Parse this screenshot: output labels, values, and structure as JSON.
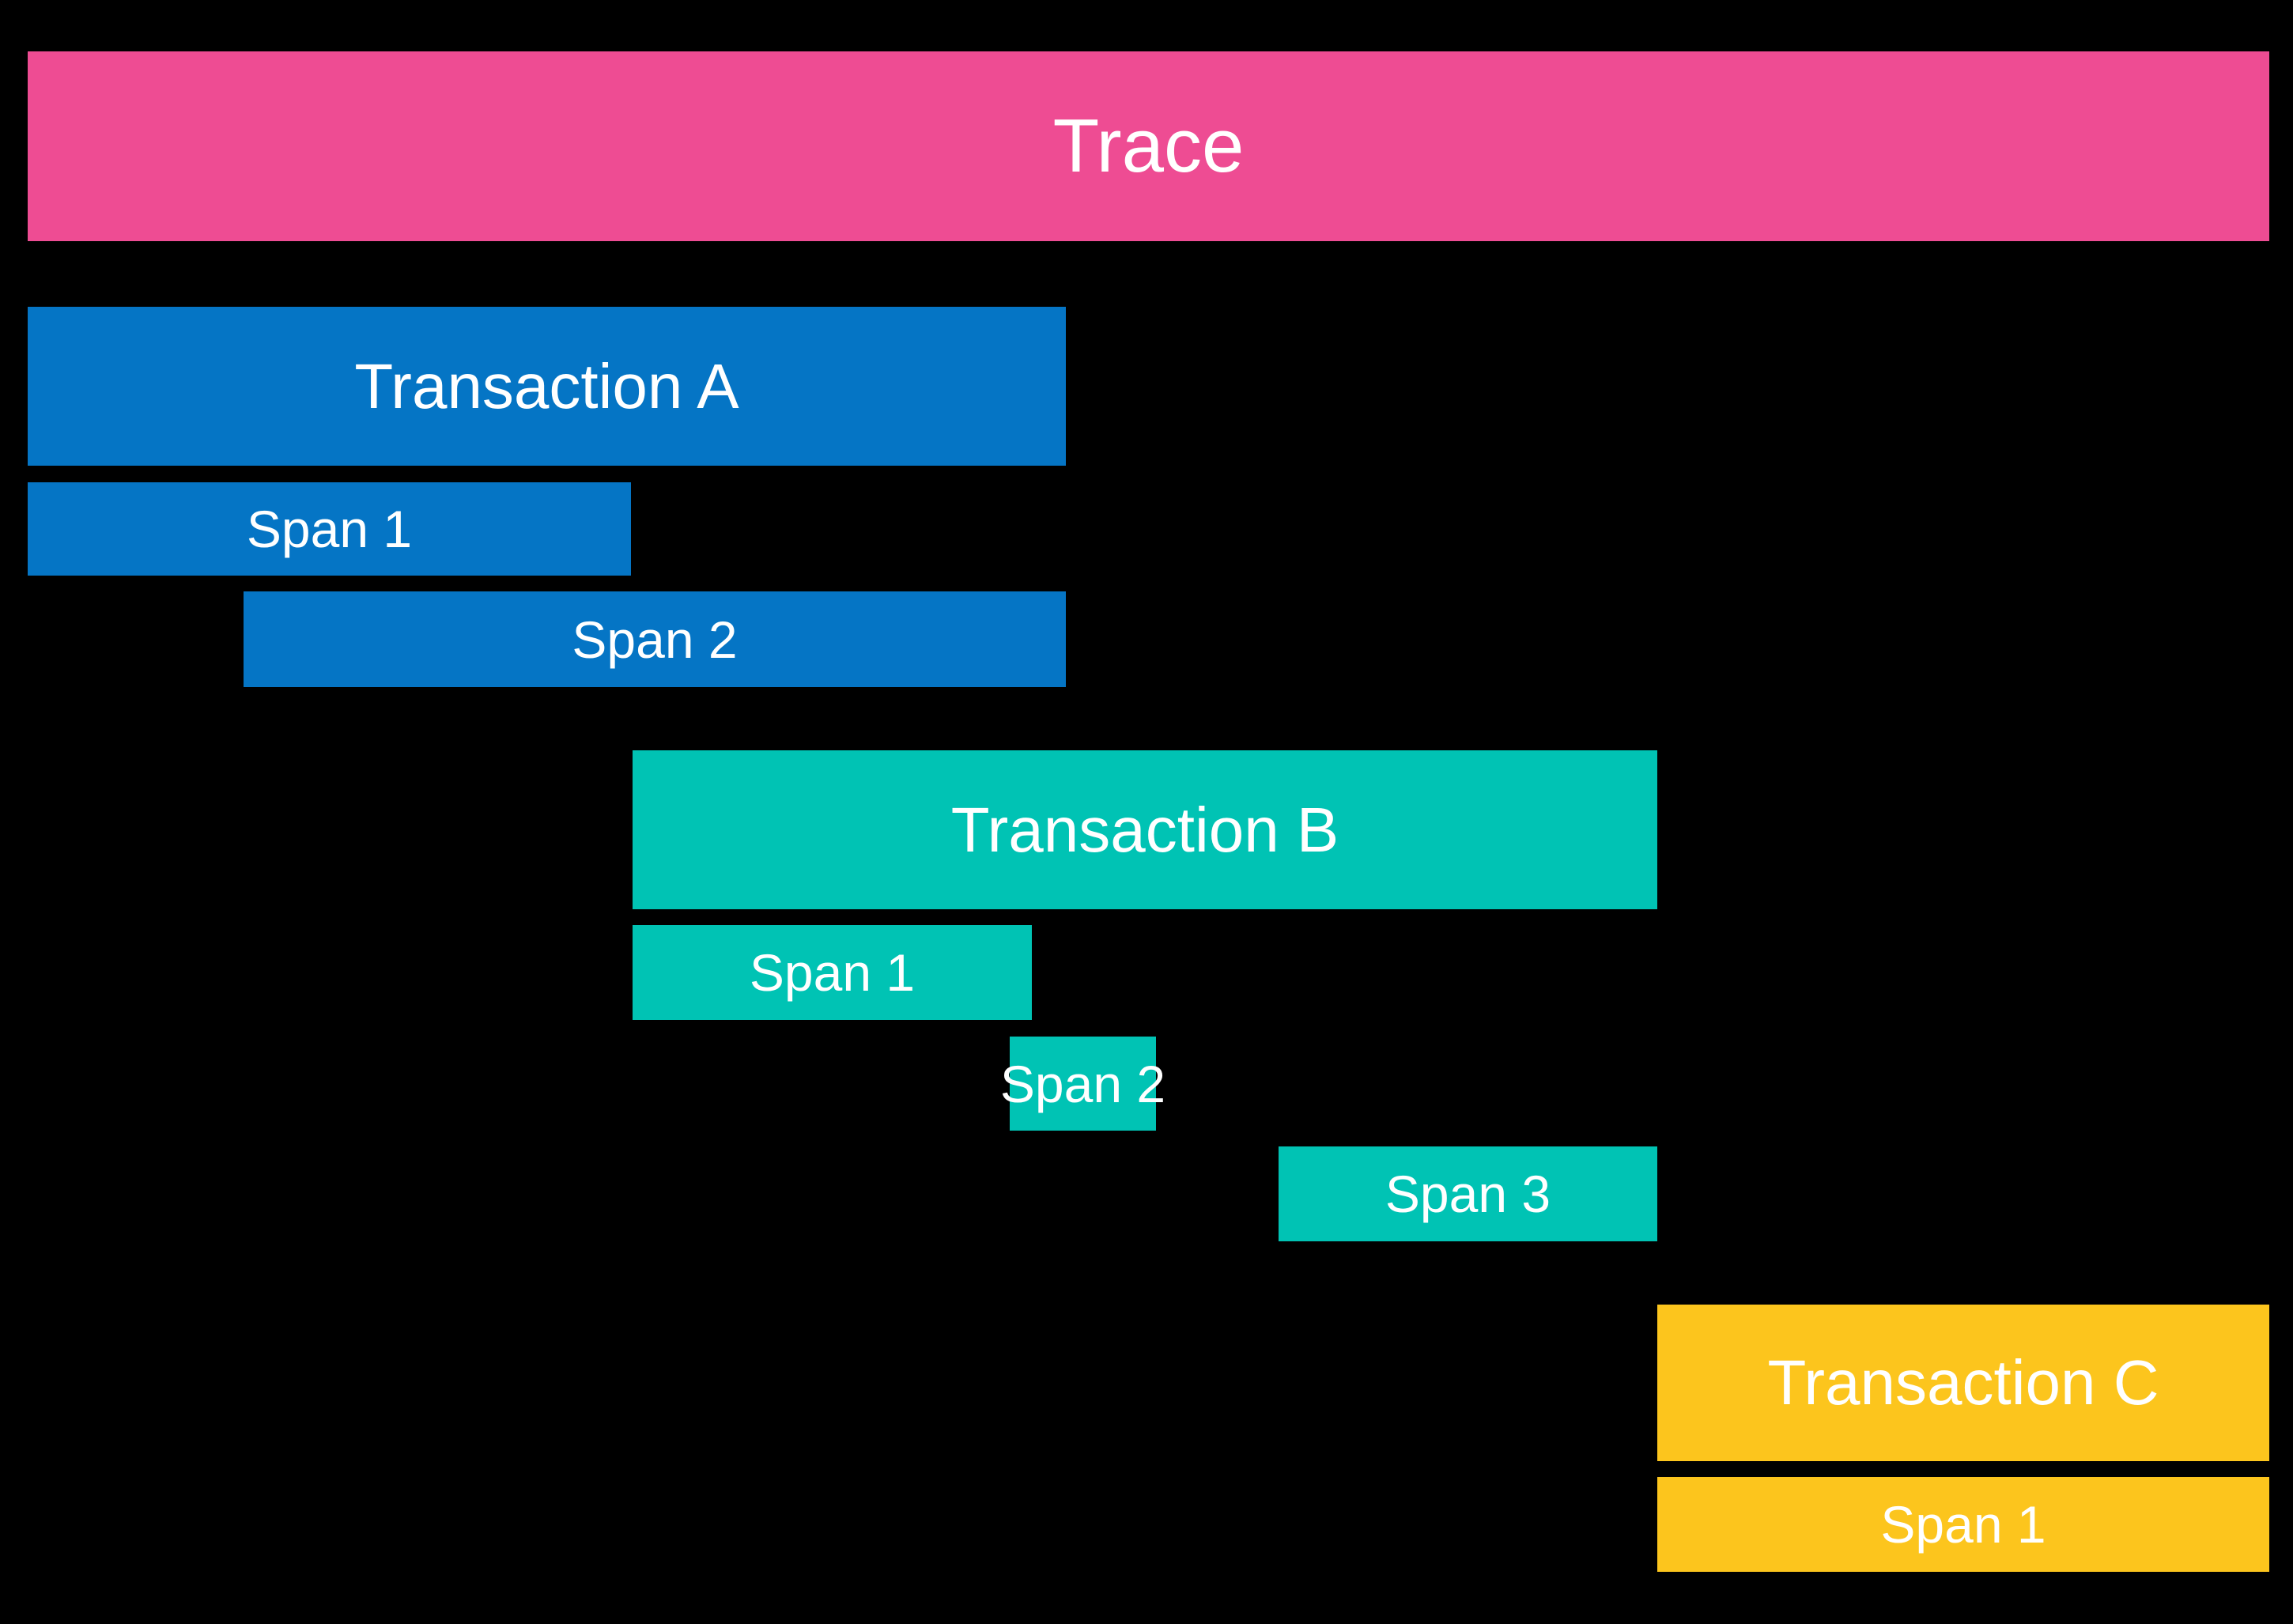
{
  "diagram": {
    "title": "Trace",
    "background_color": "#000000",
    "label_color": "#ffffff",
    "root": {
      "label": "Trace",
      "color": "#EE4C93"
    },
    "transactions": [
      {
        "label": "Transaction A",
        "color": "#0575C5",
        "spans": [
          {
            "label": "Span 1"
          },
          {
            "label": "Span 2"
          }
        ]
      },
      {
        "label": "Transaction B",
        "color": "#00C3B4",
        "spans": [
          {
            "label": "Span 1"
          },
          {
            "label": "Span 2"
          },
          {
            "label": "Span 3"
          }
        ]
      },
      {
        "label": "Transaction C",
        "color": "#FCC51D",
        "spans": [
          {
            "label": "Span 1"
          }
        ]
      }
    ]
  }
}
